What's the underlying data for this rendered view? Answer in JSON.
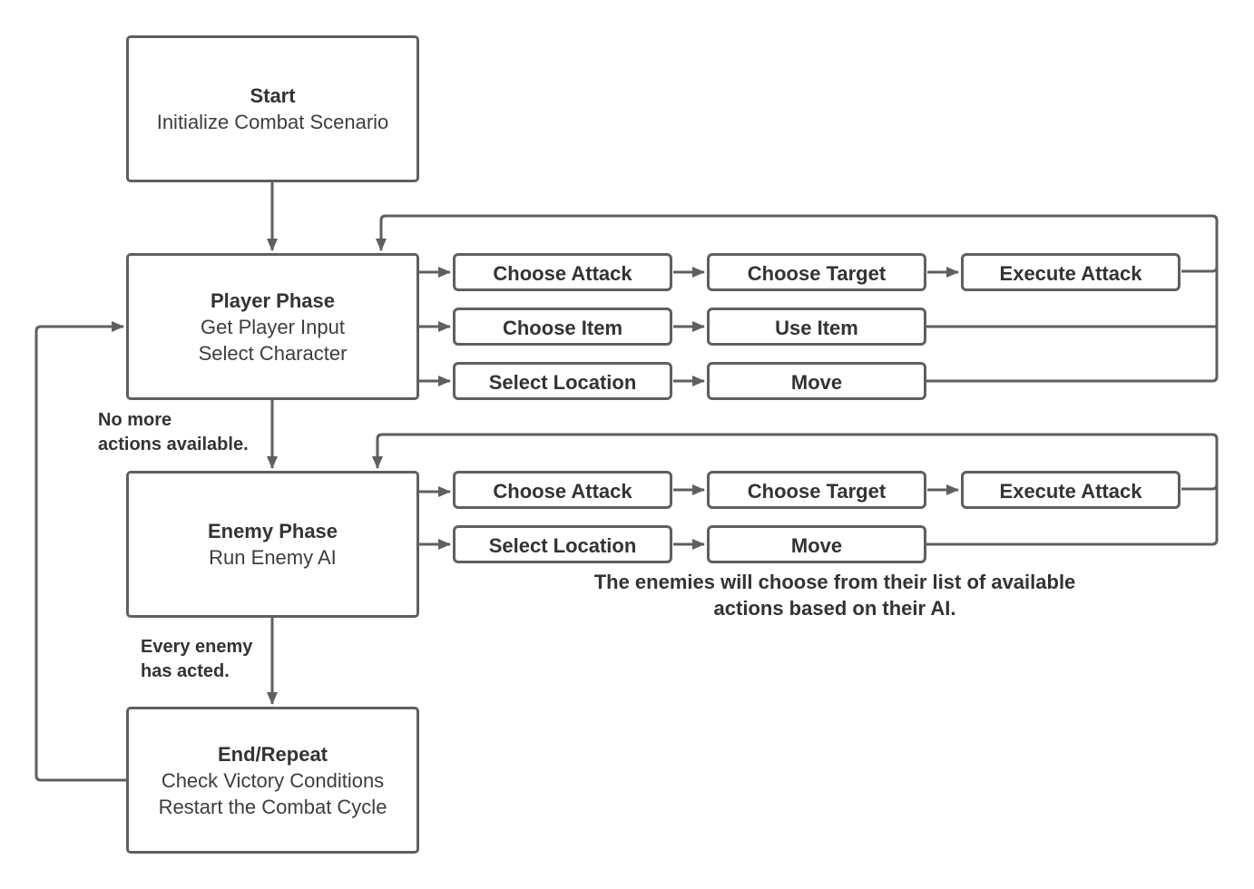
{
  "nodes": {
    "start": {
      "title": "Start",
      "lines": [
        "Initialize Combat Scenario"
      ]
    },
    "player_phase": {
      "title": "Player Phase",
      "lines": [
        "Get Player Input",
        "Select Character"
      ]
    },
    "enemy_phase": {
      "title": "Enemy Phase",
      "lines": [
        "Run Enemy AI"
      ]
    },
    "end_repeat": {
      "title": "End/Repeat",
      "lines": [
        "Check Victory Conditions",
        "Restart the Combat Cycle"
      ]
    }
  },
  "player_actions": {
    "attack_row": [
      "Choose Attack",
      "Choose Target",
      "Execute Attack"
    ],
    "item_row": [
      "Choose Item",
      "Use Item"
    ],
    "move_row": [
      "Select Location",
      "Move"
    ]
  },
  "enemy_actions": {
    "attack_row": [
      "Choose Attack",
      "Choose Target",
      "Execute Attack"
    ],
    "move_row": [
      "Select Location",
      "Move"
    ]
  },
  "edge_labels": {
    "no_more_actions": [
      "No more",
      "actions available."
    ],
    "every_enemy_acted": [
      "Every enemy",
      "has acted."
    ]
  },
  "note": {
    "lines": [
      "The enemies will choose from their list of available",
      "actions based on their AI."
    ]
  },
  "colors": {
    "stroke": "#5f5f5f",
    "text": "#333333",
    "background": "#ffffff"
  }
}
